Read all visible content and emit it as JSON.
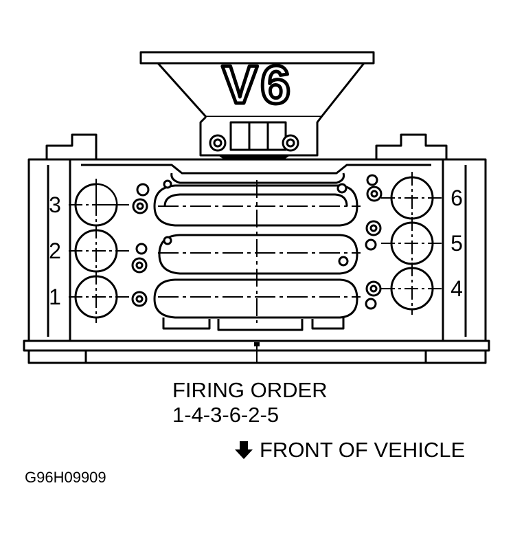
{
  "logo": {
    "text": "V6"
  },
  "cylinders": {
    "left_bank": [
      "3",
      "2",
      "1"
    ],
    "right_bank": [
      "6",
      "5",
      "4"
    ]
  },
  "firing_order": {
    "title": "FIRING ORDER",
    "sequence": "1-4-3-6-2-5"
  },
  "front": {
    "label": "FRONT OF VEHICLE",
    "icon": "down-arrow-icon"
  },
  "figure_id": "G96H09909"
}
